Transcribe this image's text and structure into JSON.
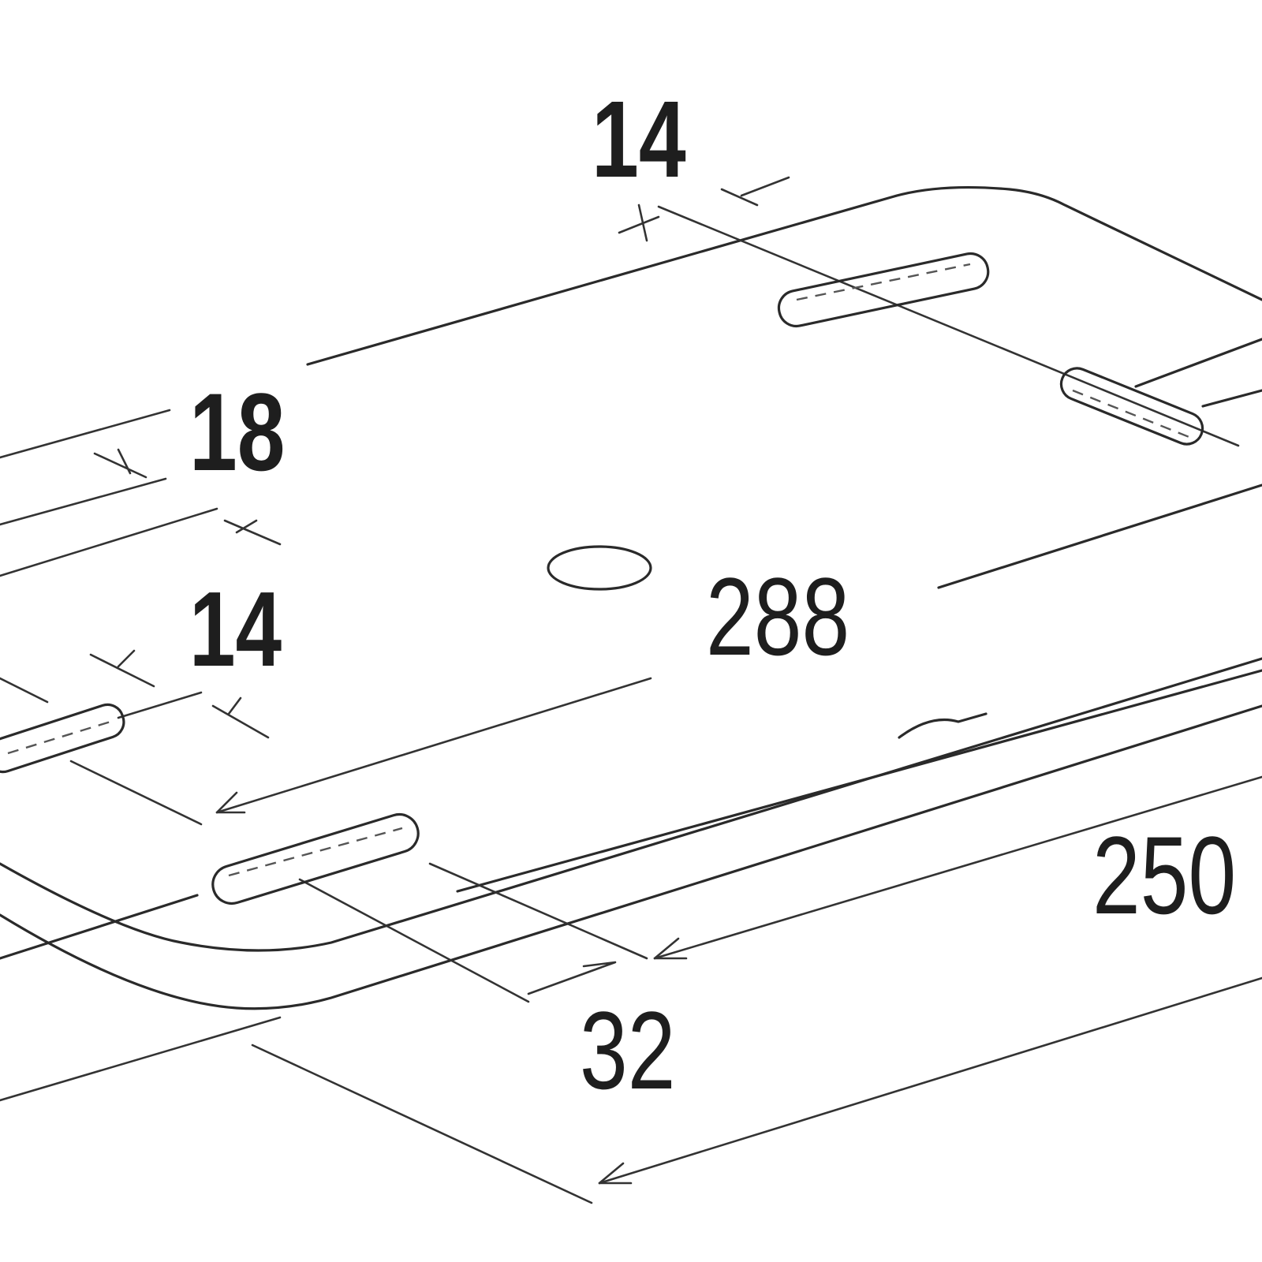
{
  "diagram": {
    "dimensions": {
      "top_slot_width": "14",
      "left_offset": "18",
      "left_slot_width": "14",
      "length": "288",
      "width": "250",
      "bottom_offset": "32"
    },
    "line_color": "#2a2a2a"
  }
}
